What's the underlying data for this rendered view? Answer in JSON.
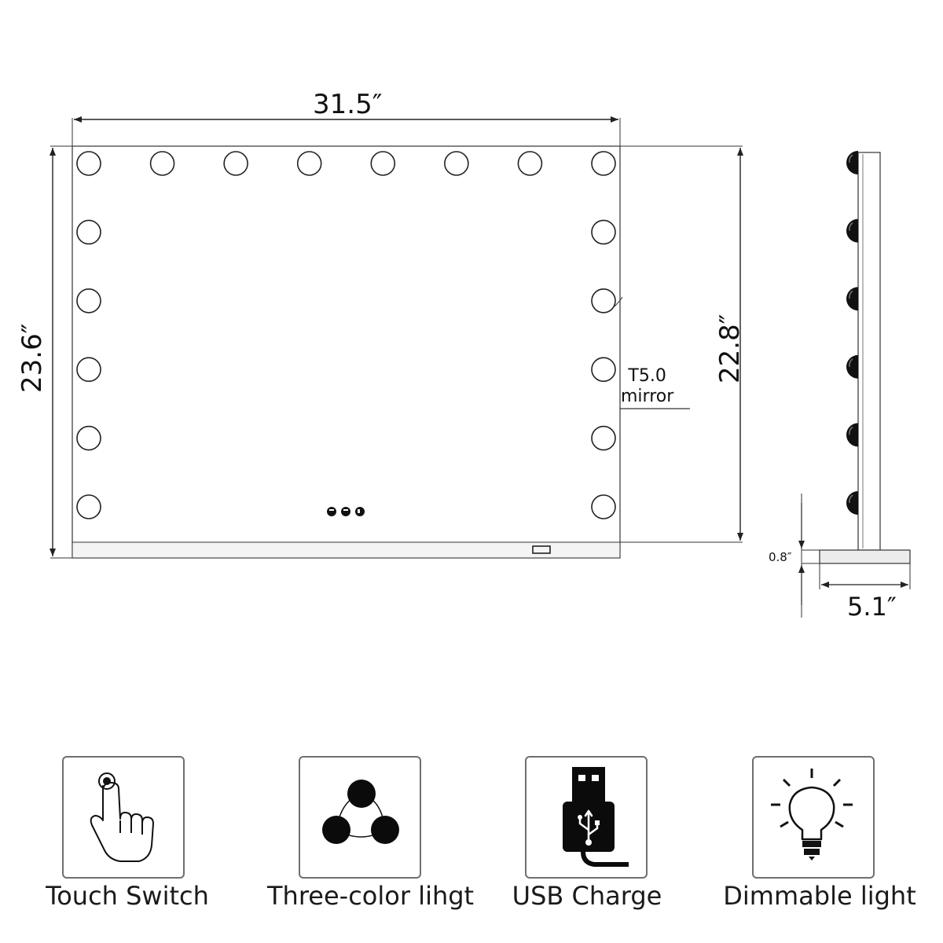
{
  "dimensions": {
    "width": "31.5″",
    "height_outer": "23.6″",
    "height_inner": "22.8″",
    "base_height": "0.8″",
    "depth": "5.1″"
  },
  "callout": {
    "line1": "T5.0",
    "line2": "mirror"
  },
  "front_view": {
    "bulbs_top_row": 8,
    "bulbs_each_side": 6
  },
  "side_view": {
    "bulbs": 6
  },
  "features": [
    {
      "label": "Touch Switch",
      "icon": "touch-switch-icon"
    },
    {
      "label": "Three-color lihgt",
      "icon": "three-color-light-icon"
    },
    {
      "label": "USB Charge",
      "icon": "usb-icon"
    },
    {
      "label": "Dimmable light",
      "icon": "light-bulb-icon"
    }
  ],
  "colors": {
    "line": "#222222",
    "icon_fill": "#0b0b0b",
    "box_border": "#6f6f6f"
  }
}
